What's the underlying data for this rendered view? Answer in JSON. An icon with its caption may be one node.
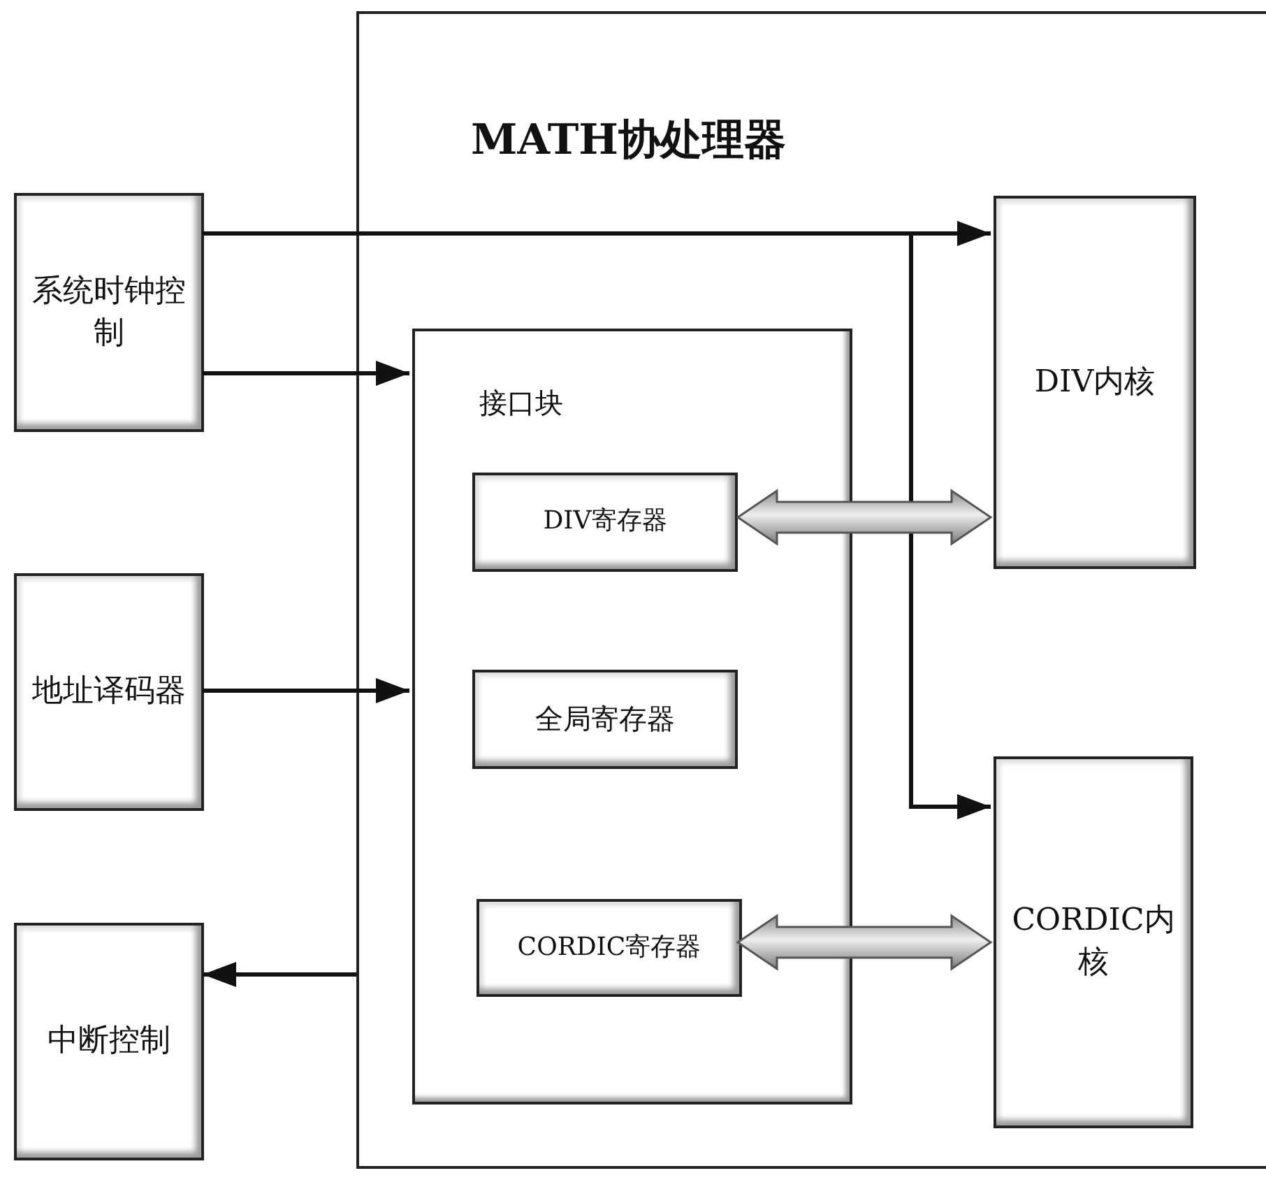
{
  "diagram": {
    "nodes": [
      {
        "text": [
          "系统时钟控制"
        ]
      },
      {
        "text": [
          "地址译码器"
        ]
      },
      {
        "text": [
          "中断控制"
        ]
      },
      {
        "text": [
          "MATH协处理器"
        ]
      },
      {
        "text": [
          "接口块"
        ],
        "in": 3
      },
      {
        "text": [
          "DIV寄存器"
        ],
        "in": 4
      },
      {
        "text": [
          "全局寄存器"
        ],
        "in": 4
      },
      {
        "text": [
          "CORDIC寄存器"
        ],
        "in": 4
      },
      {
        "text": [
          "DIV内核"
        ],
        "in": 3
      },
      {
        "text": [
          "CORDIC内核"
        ],
        "in": 3
      }
    ],
    "edges": [
      {
        "from": 0,
        "to": 8,
        "arrow": "to"
      },
      {
        "from": 0,
        "to": 9,
        "arrow": "to"
      },
      {
        "from": 0,
        "to": 4,
        "arrow": "to"
      },
      {
        "from": 1,
        "to": 4,
        "arrow": "to"
      },
      {
        "from": 3,
        "to": 2,
        "arrow": "to"
      },
      {
        "from": 5,
        "to": 8,
        "arrow": "both",
        "style": "thick"
      },
      {
        "from": 7,
        "to": 9,
        "arrow": "both",
        "style": "thick"
      }
    ]
  }
}
